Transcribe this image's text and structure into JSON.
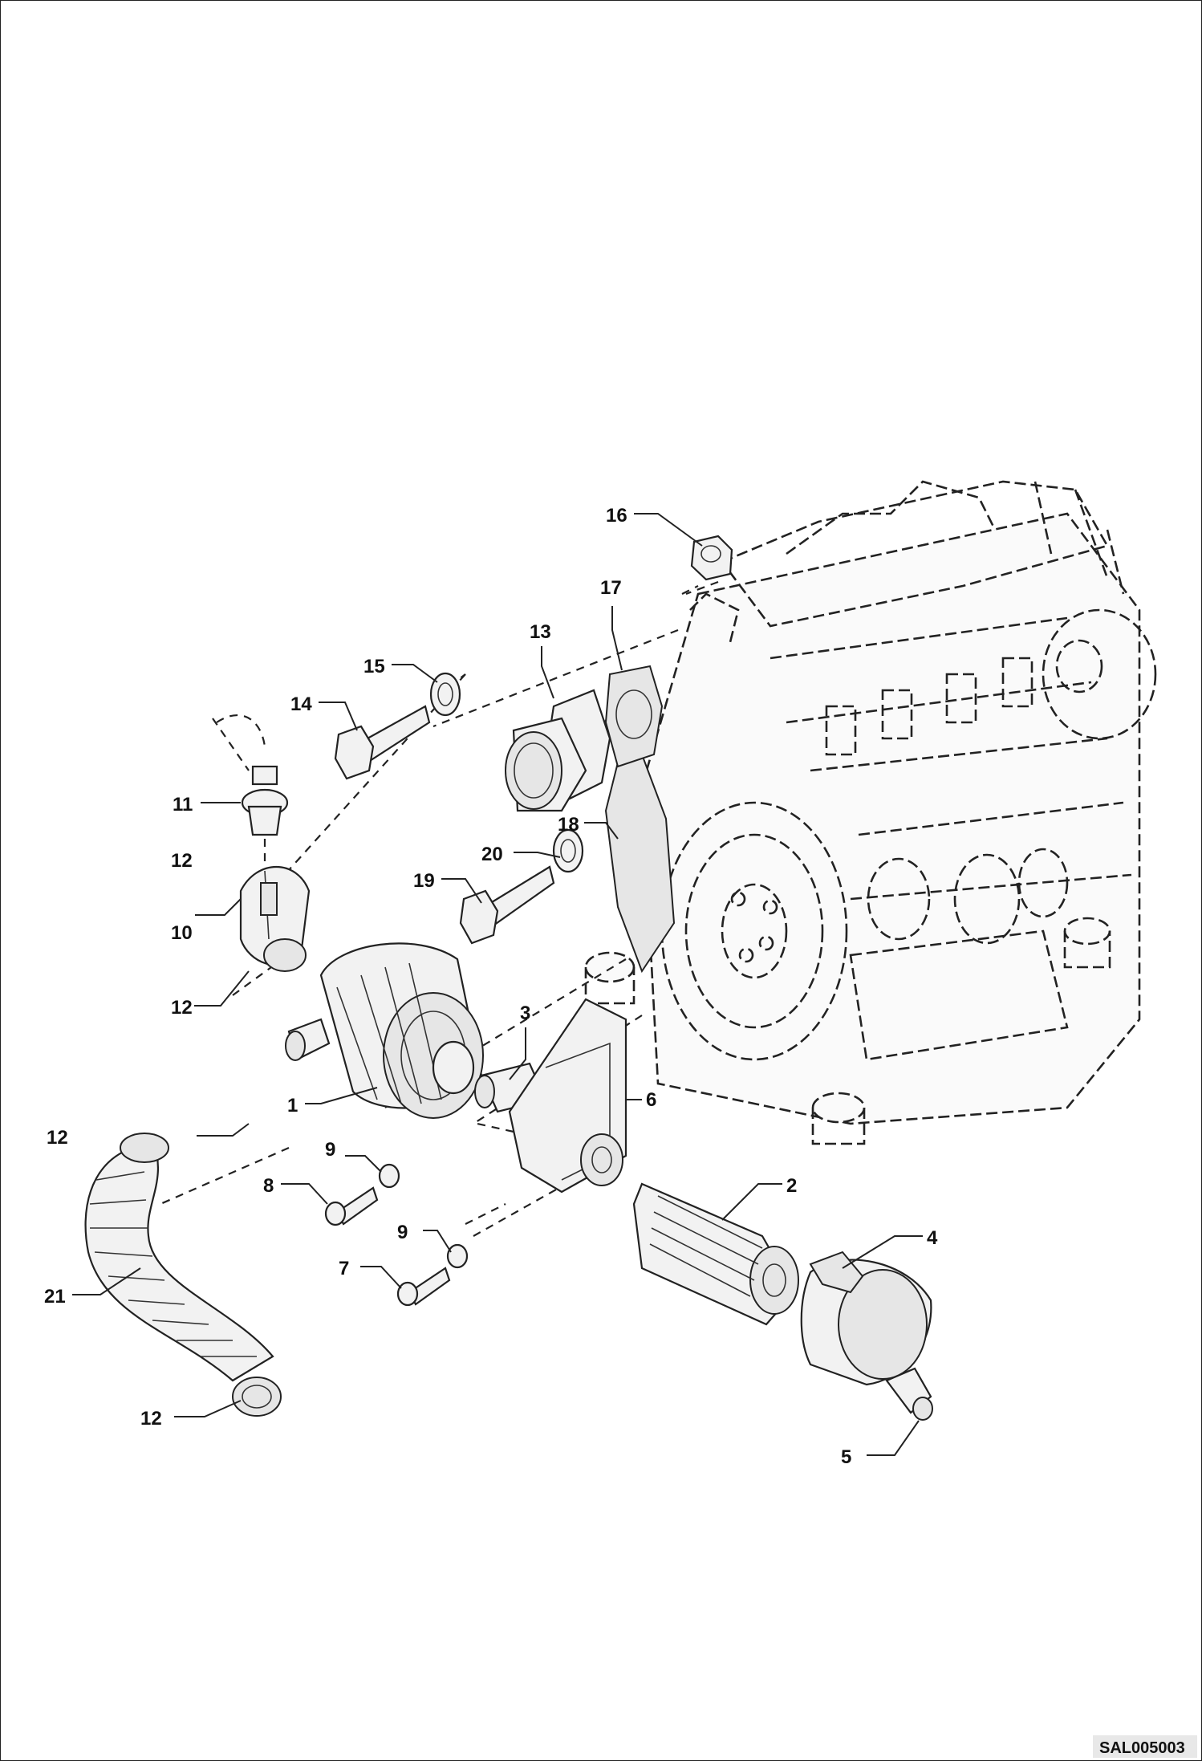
{
  "drawing_code": "SAL005003",
  "callouts": [
    "16",
    "17",
    "13",
    "15",
    "14",
    "11",
    "12",
    "10",
    "12",
    "20",
    "19",
    "18",
    "3",
    "6",
    "1",
    "12",
    "9",
    "8",
    "2",
    "9",
    "4",
    "7",
    "21",
    "12",
    "5"
  ]
}
